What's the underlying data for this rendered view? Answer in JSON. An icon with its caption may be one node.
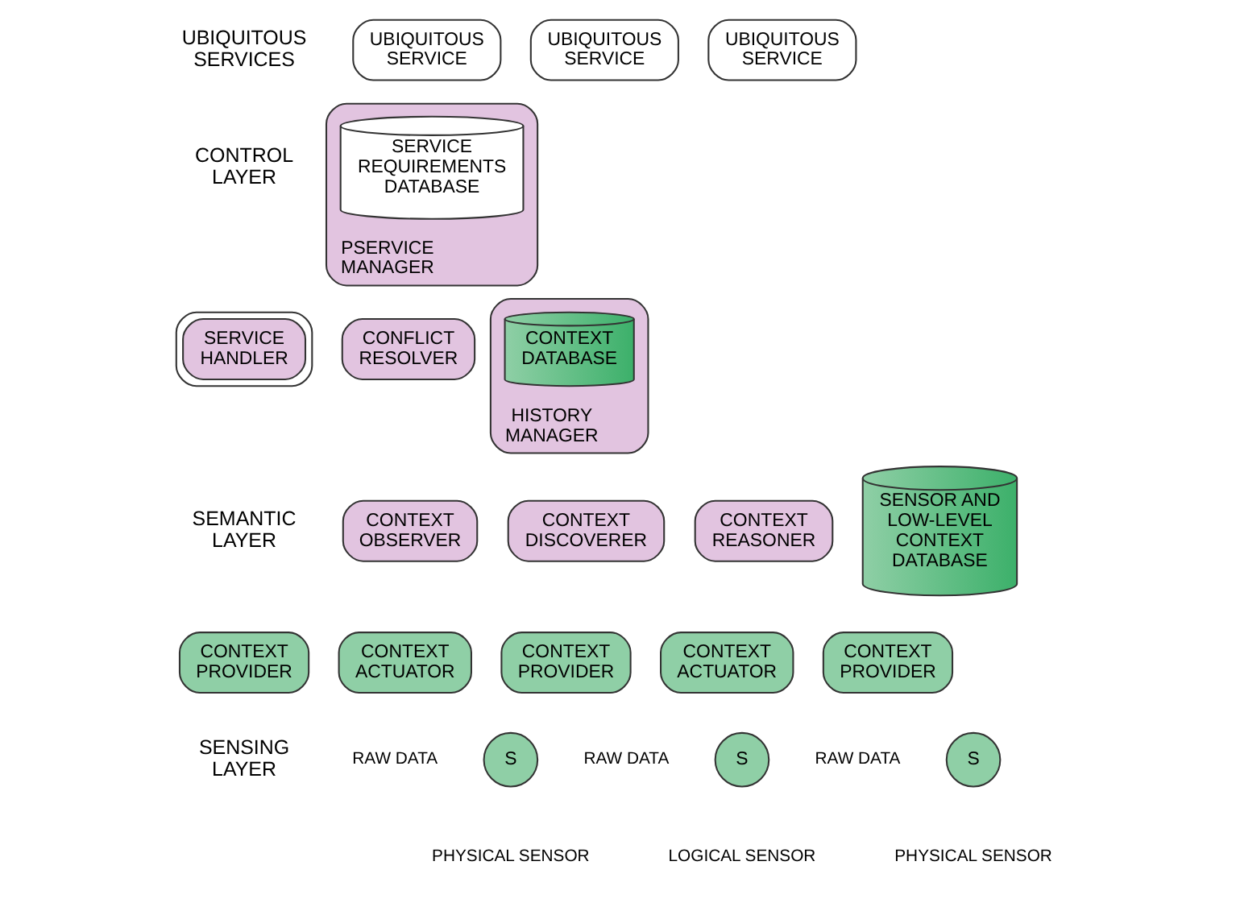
{
  "diagram": {
    "nodes": [
      {
        "text": [
          "UBIQUITOUS SERVICE"
        ]
      },
      {
        "text": [
          "UBIQUITOUS SERVICE"
        ]
      },
      {
        "text": [
          "UBIQUITOUS SERVICE"
        ]
      },
      {
        "text": [
          "PSERVICE MANAGER"
        ]
      },
      {
        "text": [
          "SERVICE REQUIREMENTS DATABASE"
        ],
        "in": 3
      },
      {
        "text": [
          "SERVICE HANDLER"
        ]
      },
      {
        "text": [
          "CONFLICT RESOLVER"
        ]
      },
      {
        "text": [
          "HISTORY MANAGER"
        ]
      },
      {
        "text": [
          "CONTEXT DATABASE"
        ],
        "in": 7
      },
      {
        "text": [
          "CONTEXT OBSERVER"
        ]
      },
      {
        "text": [
          "CONTEXT DISCOVERER"
        ]
      },
      {
        "text": [
          "CONTEXT REASONER"
        ]
      },
      {
        "text": [
          "SENSOR AND LOW-LEVEL CONTEXT DATABASE"
        ]
      },
      {
        "text": [
          "CONTEXT PROVIDER"
        ]
      },
      {
        "text": [
          "CONTEXT ACTUATOR"
        ]
      },
      {
        "text": [
          "CONTEXT PROVIDER"
        ]
      },
      {
        "text": [
          "CONTEXT ACTUATOR"
        ]
      },
      {
        "text": [
          "CONTEXT PROVIDER"
        ]
      },
      {
        "text": [
          "S"
        ],
        "beside": [
          "RAW DATA",
          "PHYSICAL SENSOR"
        ]
      },
      {
        "text": [
          "S"
        ],
        "beside": [
          "RAW DATA",
          "LOGICAL SENSOR"
        ]
      },
      {
        "text": [
          "S"
        ],
        "beside": [
          "RAW DATA",
          "PHYSICAL SENSOR"
        ]
      }
    ],
    "labels": [
      "UBIQUITOUS SERVICES",
      "CONTROL LAYER",
      "SEMANTIC LAYER",
      "SENSING LAYER"
    ]
  }
}
